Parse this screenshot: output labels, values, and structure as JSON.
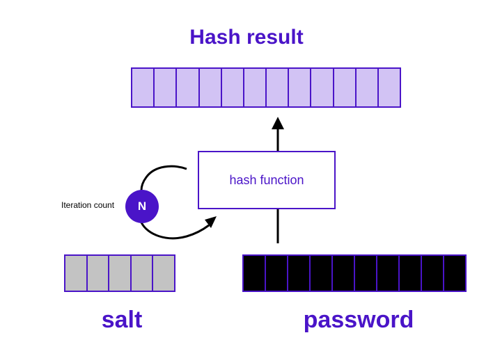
{
  "title": "Hash result",
  "hash_result": {
    "cell_count": 12
  },
  "hash_function": {
    "label": "hash function"
  },
  "iteration": {
    "label": "Iteration count",
    "node_label": "N"
  },
  "salt": {
    "label": "salt",
    "cell_count": 5
  },
  "password": {
    "label": "password",
    "cell_count": 10
  },
  "colors": {
    "accent": "#4a14c8",
    "hash_cell_fill": "#d2c3f4",
    "salt_cell_fill": "#c3c3c3",
    "password_cell_fill": "#000000"
  }
}
